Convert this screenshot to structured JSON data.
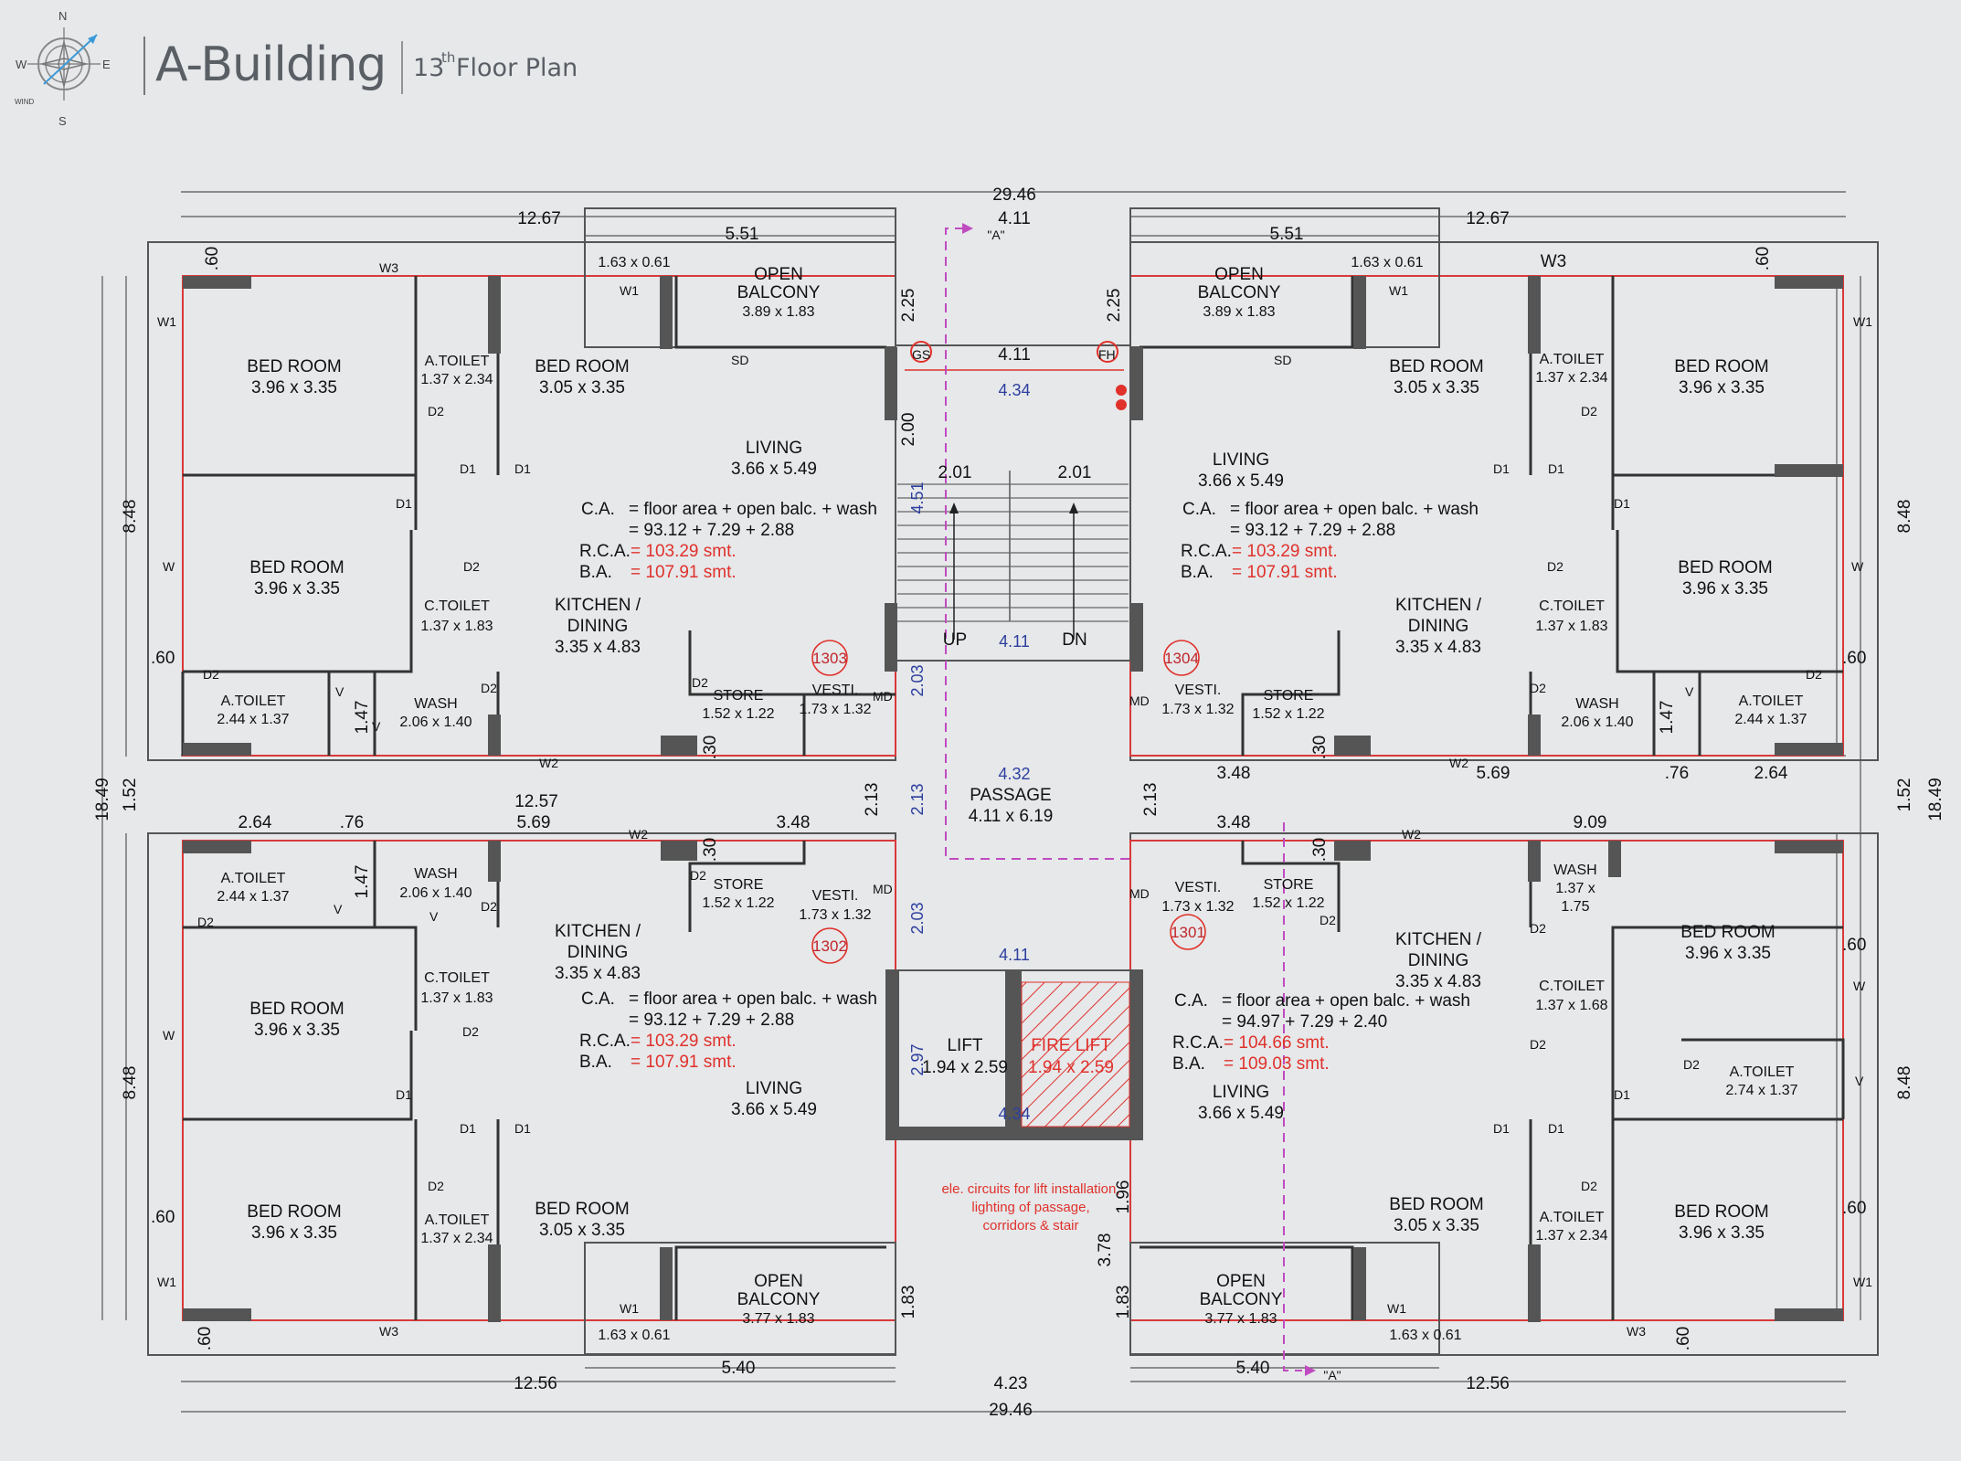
{
  "header": {
    "building": "A-Building",
    "floor_num": "13",
    "floor_sup": "th",
    "floor_label": "Floor Plan",
    "compass": {
      "n": "N",
      "s": "S",
      "e": "E",
      "w": "W",
      "wind": "WIND"
    }
  },
  "units": [
    {
      "no": "1301",
      "ca": "C.A.",
      "ca_formula": "= floor area + open balc. + wash",
      "ca_values": "=   94.97  + 7.29  + 2.40",
      "rca_label": "R.C.A.",
      "rca": "= 104.66 smt.",
      "ba_label": "B.A.",
      "ba": "= 109.03 smt."
    },
    {
      "no": "1302",
      "ca": "C.A.",
      "ca_formula": "= floor area + open balc. + wash",
      "ca_values": "=   93.12   + 7.29  + 2.88",
      "rca_label": "R.C.A.",
      "rca": "= 103.29 smt.",
      "ba_label": "B.A.",
      "ba": "= 107.91 smt."
    },
    {
      "no": "1303",
      "ca": "C.A.",
      "ca_formula": "= floor area + open balc. + wash",
      "ca_values": "=   93.12   + 7.29  + 2.88",
      "rca_label": "R.C.A.",
      "rca": "= 103.29 smt.",
      "ba_label": "B.A.",
      "ba": "= 107.91 smt."
    },
    {
      "no": "1304",
      "ca": "C.A.",
      "ca_formula": "= floor area + open balc. + wash",
      "ca_values": "=   93.12   + 7.29  + 2.88",
      "rca_label": "R.C.A.",
      "rca": "= 103.29 smt.",
      "ba_label": "B.A.",
      "ba": "= 107.91 smt."
    }
  ],
  "rooms": {
    "bed_room": "BED ROOM",
    "d_396": "3.96 x 3.35",
    "d_305": "3.05 x 3.35",
    "a_toilet": "A.TOILET",
    "d_137_234": "1.37 x 2.34",
    "d_244_137": "2.44 x 1.37",
    "d_274_137": "2.74 x 1.37",
    "c_toilet": "C.TOILET",
    "d_137_183": "1.37 x 1.83",
    "d_137_168": "1.37 x 1.68",
    "open_balcony_1": "OPEN",
    "open_balcony_2": "BALCONY",
    "d_389": "3.89 x 1.83",
    "d_377": "3.77 x 1.83",
    "living": "LIVING",
    "d_366": "3.66 x 5.49",
    "kitchen_1": "KITCHEN /",
    "kitchen_2": "DINING",
    "d_335": "3.35 x 4.83",
    "wash": "WASH",
    "d_206": "2.06 x 1.40",
    "wash_d1": "1.37 x",
    "wash_d2": "1.75",
    "store": "STORE",
    "d_152": "1.52 x 1.22",
    "vesti": "VESTI.",
    "d_173": "1.73 x 1.32",
    "duct": "1.63 x 0.61",
    "passage": "PASSAGE",
    "d_passage": "4.11 x 6.19",
    "lift": "LIFT",
    "d_lift": "1.94 x 2.59",
    "fire_lift": "FIRE LIFT",
    "d_fire": "1.94 x 2.59",
    "up": "UP",
    "dn": "DN",
    "sd": "SD",
    "md": "MD",
    "gs": "GS",
    "fh": "FH"
  },
  "dims": {
    "total_w": "29.46",
    "w_1267": "12.67",
    "w_551": "5.51",
    "w_411": "4.11",
    "w_434": "4.34",
    "w_201": "2.01",
    "w_451": "4.51",
    "w_200": "2.00",
    "w_225": "2.25",
    "w_203": "2.03",
    "w_432": "4.32",
    "w_213": "2.13",
    "w_1257": "12.57",
    "w_569": "5.69",
    "w_348": "3.48",
    "w_264": "2.64",
    "w_076": ".76",
    "w_909": "9.09",
    "w_147": "1.47",
    "w_060": ".60",
    "w_030": ".30",
    "w_848": "8.48",
    "w_1849": "18.49",
    "w_152": "1.52",
    "w_297": "2.97",
    "w_196": "1.96",
    "w_378": "3.78",
    "w_183": "1.83",
    "w_540": "5.40",
    "w_1256": "12.56",
    "w_423": "4.23"
  },
  "tags": {
    "w1": "W1",
    "w2": "W2",
    "w3": "W3",
    "w": "W",
    "v": "V",
    "d1": "D1",
    "d2": "D2",
    "section_a": "\"A\""
  },
  "note": {
    "l1": "ele. circuits for lift installation,",
    "l2": "lighting of passage,",
    "l3": "corridors & stair"
  }
}
